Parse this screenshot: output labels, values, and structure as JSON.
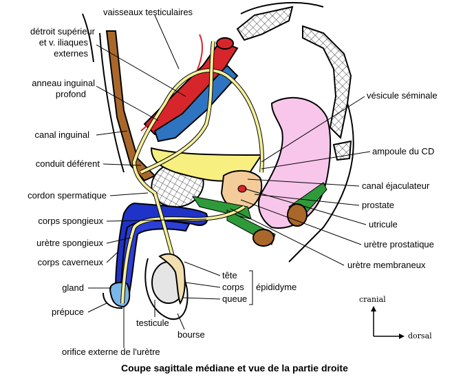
{
  "colors": {
    "artery": "#d7262b",
    "vein": "#2f74c0",
    "duct": "#f5ef9a",
    "bladder": "#f7ef7f",
    "muscle": "#a9682a",
    "gland": "#c47b2a",
    "vesicle": "#f7c6ea",
    "green": "#2e9a3a",
    "spongy": "#2c3fd6",
    "cavernous": "#1f33c8",
    "testis": "#e5e5e5",
    "epididymis": "#f1dfb0",
    "bone": "#ffffff",
    "glans": "#7ab6e8",
    "prostate": "#f3cc9a"
  },
  "labels": {
    "vaisseaux": "vaisseaux testiculaires",
    "detroit_1": "détroit supérieur",
    "detroit_2": "et v. iliaques",
    "detroit_3": "externes",
    "anneau_1": "anneau inguinal",
    "anneau_2": "profond",
    "canal_inguinal": "canal inguinal",
    "conduit": "conduit déférent",
    "cordon": "cordon spermatique",
    "corps_spongieux": "corps spongieux",
    "uretre_spongieux": "urètre spongieux",
    "corps_caverneux": "corps caverneux",
    "gland": "gland",
    "prepuce": "prépuce",
    "testicule": "testicule",
    "bourse": "bourse",
    "orifice": "orifice externe de l'urètre",
    "vesicule": "vésicule séminale",
    "ampoule": "ampoule du CD",
    "canal_ejac": "canal éjaculateur",
    "prostate": "prostate",
    "utricule": "utricule",
    "uretre_prost": "urètre prostatique",
    "uretre_memb": "urètre membraneux",
    "tete": "tête",
    "corps": "corps",
    "queue": "queue",
    "epididyme": "épididyme"
  },
  "orientation": {
    "cranial": "cranial",
    "dorsal": "dorsal"
  },
  "caption": "Coupe sagittale médiane et vue de la partie droite"
}
